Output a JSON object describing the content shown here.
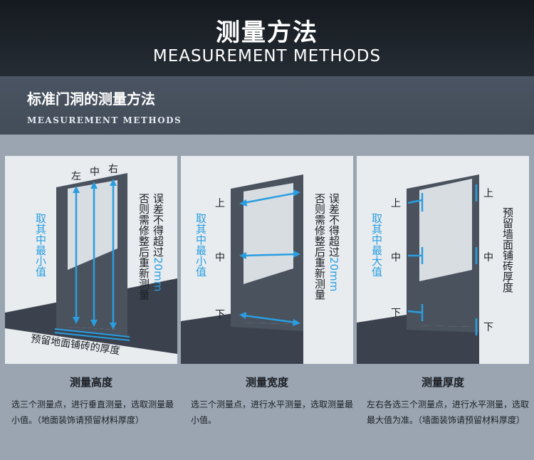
{
  "header": {
    "title": "测量方法",
    "subtitle": "MEASUREMENT METHODS"
  },
  "section": {
    "title": "标准门洞的测量方法",
    "subtitle": "MEASUREMENT METHODS"
  },
  "panels": [
    {
      "markers": [
        "左",
        "中",
        "右"
      ],
      "side_note": "取其中最小值",
      "right_note_lines": [
        "误差不得超过",
        "否则需修整后重新测量"
      ],
      "right_note_value": "20mm",
      "floor_label": "预留地面铺砖的厚度",
      "caption_title": "测量高度",
      "caption_text": "选三个测量点，进行垂直测量，选取测量最小值。（地面装饰请预留材料厚度）"
    },
    {
      "markers": [
        "上",
        "中",
        "下"
      ],
      "side_note": "取其中最小值",
      "right_note_lines": [
        "误差不得超过",
        "否则需修整后重新测量"
      ],
      "right_note_value": "20mm",
      "caption_title": "测量宽度",
      "caption_text": "选三个测量点，进行水平测量，选取测量最小值。"
    },
    {
      "markers_left": [
        "上",
        "中",
        "下"
      ],
      "markers_right": [
        "上",
        "中",
        "下"
      ],
      "side_note": "取其中最大值",
      "right_note": "预留墙面铺砖厚度",
      "caption_title": "测量厚度",
      "caption_text": "左右各选三个测量点，进行水平测量，选取最大值为准。（墙面装饰请预留材料厚度）"
    }
  ],
  "colors": {
    "header_bg": "#1b2026",
    "band_bg": "#464f5b",
    "page_bg": "#9aa5b1",
    "panel_bg": "#e8ecef",
    "door_dark": "#4a525e",
    "floor_dark": "#3b424d",
    "accent_blue": "#2a9ee0"
  }
}
